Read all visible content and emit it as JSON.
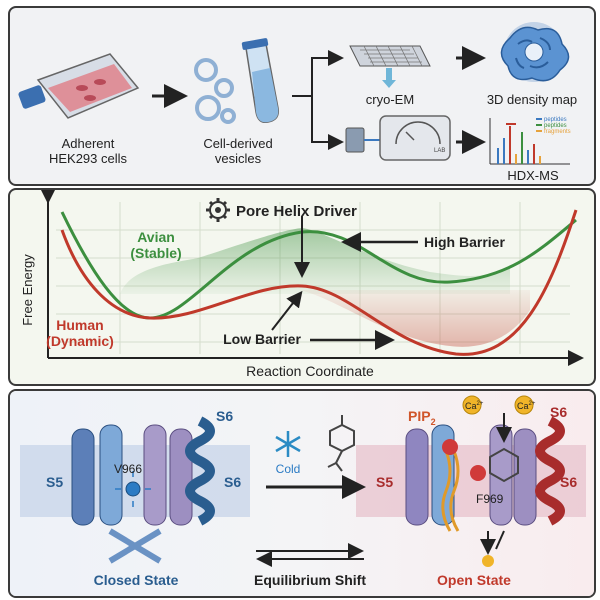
{
  "workflow": {
    "cells_label_1": "Adherent",
    "cells_label_2": "HEK293 cells",
    "vesicles_label_1": "Cell-derived",
    "vesicles_label_2": "vesicles",
    "cryoem_label": "cryo-EM",
    "density_label": "3D density map",
    "hdx_label": "HDX-MS",
    "instrument_tag": "LAB",
    "spectrum_legend": [
      "peptides",
      "peptides",
      "fragments"
    ],
    "colors": {
      "flask_media": "#e07d86",
      "vesicle": "#9ab7d6",
      "tube": "#8bb8e0",
      "density": "#3b79c0"
    }
  },
  "energy": {
    "title": "Pore Helix Driver",
    "ylabel": "Free Energy",
    "xlabel": "Reaction Coordinate",
    "avian_1": "Avian",
    "avian_2": "(Stable)",
    "human_1": "Human",
    "human_2": "(Dynamic)",
    "high_barrier": "High Barrier",
    "low_barrier": "Low Barrier",
    "colors": {
      "avian": "#3c8f3f",
      "human": "#c0392b"
    }
  },
  "states": {
    "s5_left": "S5",
    "s6_left_top": "S6",
    "s6_left_mid": "S6",
    "residue_closed": "V966",
    "closed_state": "Closed State",
    "cold": "Cold",
    "equilibrium": "Equilibrium Shift",
    "pip2": "PIP",
    "pip2_sub": "2",
    "ca_1": "Ca",
    "ca_2": "Ca",
    "ca_sup": "2+",
    "s5_right": "S5",
    "s6_right_top": "S6",
    "s6_right_mid": "S6",
    "residue_open": "F969",
    "open_state": "Open State",
    "colors": {
      "closed": "#2a5d8f",
      "open": "#c0392b",
      "membrane_left": "#c9d6ea",
      "membrane_right": "#e8c6cf"
    }
  }
}
